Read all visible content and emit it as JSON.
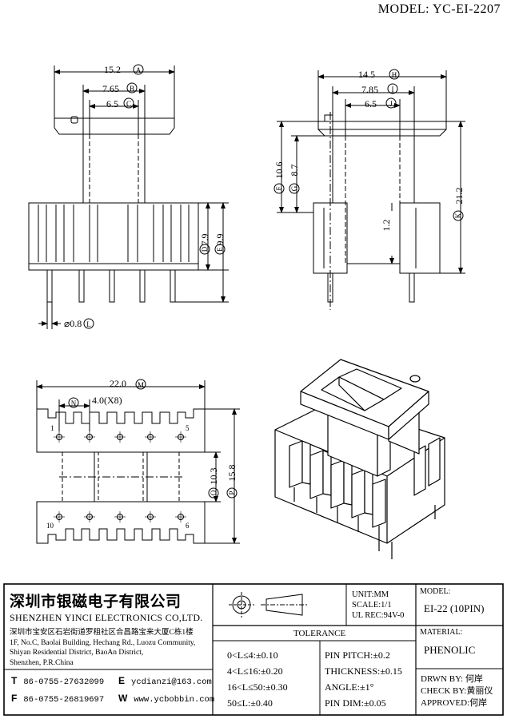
{
  "header": {
    "model_title": "MODEL: YC-EI-2207"
  },
  "front_view": {
    "dim_a": "15.2",
    "tag_a": "A",
    "dim_b": "7.65",
    "tag_b": "B",
    "dim_c": "6.5",
    "tag_c": "C",
    "dim_d": "7.9",
    "tag_d": "D",
    "dim_e": "9.9",
    "tag_e": "E",
    "dim_l": "⌀0.8",
    "tag_l": "L"
  },
  "side_view": {
    "dim_h": "14.5",
    "tag_h": "H",
    "dim_i": "7.85",
    "tag_i": "I",
    "dim_j": "6.5",
    "tag_j": "J",
    "dim_f": "10.6",
    "tag_f": "F",
    "dim_g": "8.7",
    "tag_g": "G",
    "dim_pin_len": "1.2",
    "dim_k": "21.2",
    "tag_k": "K"
  },
  "bottom_view": {
    "dim_m": "22.0",
    "tag_m": "M",
    "tag_n": "N",
    "pitch": "4.0(X8)",
    "dim_o": "10.3",
    "tag_o": "O",
    "dim_p": "15.8",
    "tag_p": "P",
    "pin_labels": [
      "1",
      "5",
      "10",
      "6"
    ]
  },
  "title_block": {
    "company_cn": "深圳市银磁电子有限公司",
    "company_en": "SHENZHEN YINCI ELECTRONICS CO,LTD.",
    "address": [
      "深圳市宝安区石岩街道罗租社区合昌路宝来大厦C栋1楼",
      "1F, No.C, Baolai Building, Hechang Rd., Luozu Community,",
      "Shiyan Residential District, BaoAn District,",
      "Shenzhen, P.R.China"
    ],
    "tel_label": "T",
    "tel": "86-0755-27632099",
    "fax_label": "F",
    "fax": "86-0755-26819697",
    "email_label": "E",
    "email": "ycdianzi@163.com",
    "web_label": "W",
    "web": "www.ycbobbin.com",
    "unit": "UNIT:MM",
    "scale": "SCALE:1/1",
    "ul_rec": "UL REC:94V-0",
    "model_label": "MODEL:",
    "model_value": "EI-22 (10PIN)",
    "material_label": "MATERIAL:",
    "material_value": "PHENOLIC",
    "drawn_by": "DRWN BY: 何岸",
    "check_by": "CHECK BY:黄丽仪",
    "approved": "APPROVED:何岸",
    "tolerance_title": "TOLERANCE",
    "tolerance_left": [
      "0<L≤4:±0.10",
      "4<L≤16:±0.20",
      "16<L≤50:±0.30",
      "50≤L:±0.40"
    ],
    "tolerance_right": [
      "PIN PITCH:±0.2",
      "THICKNESS:±0.15",
      "ANGLE:±1°",
      "PIN DIM:±0.05"
    ]
  }
}
